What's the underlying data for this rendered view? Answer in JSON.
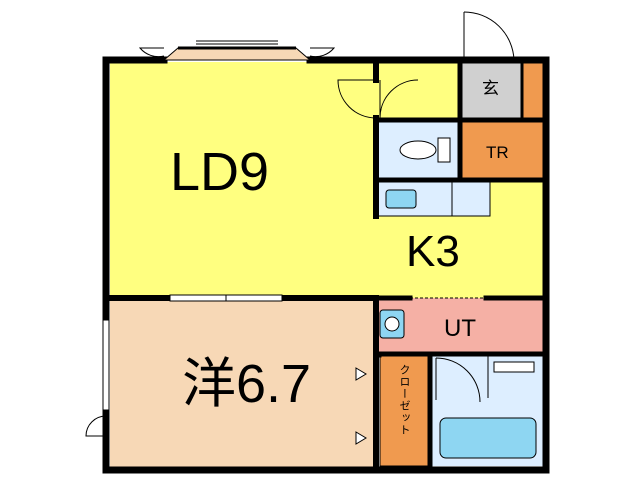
{
  "rooms": {
    "ld": "LD9",
    "kitchen": "K3",
    "western": "洋6.7",
    "unit_toilet": "UT",
    "trunk_room": "TR",
    "entrance": "玄",
    "closet": "クローゼット"
  },
  "colors": {
    "ld": "#ffff80",
    "western": "#f7d8b6",
    "unit_toilet": "#f5b0a5",
    "trunk_room": "#f09a4f",
    "closet": "#f09a4f",
    "entrance": "#d0d0d0",
    "wet": "#ddeeff",
    "fixture": "#8ed6f2",
    "wall": "#000000"
  }
}
